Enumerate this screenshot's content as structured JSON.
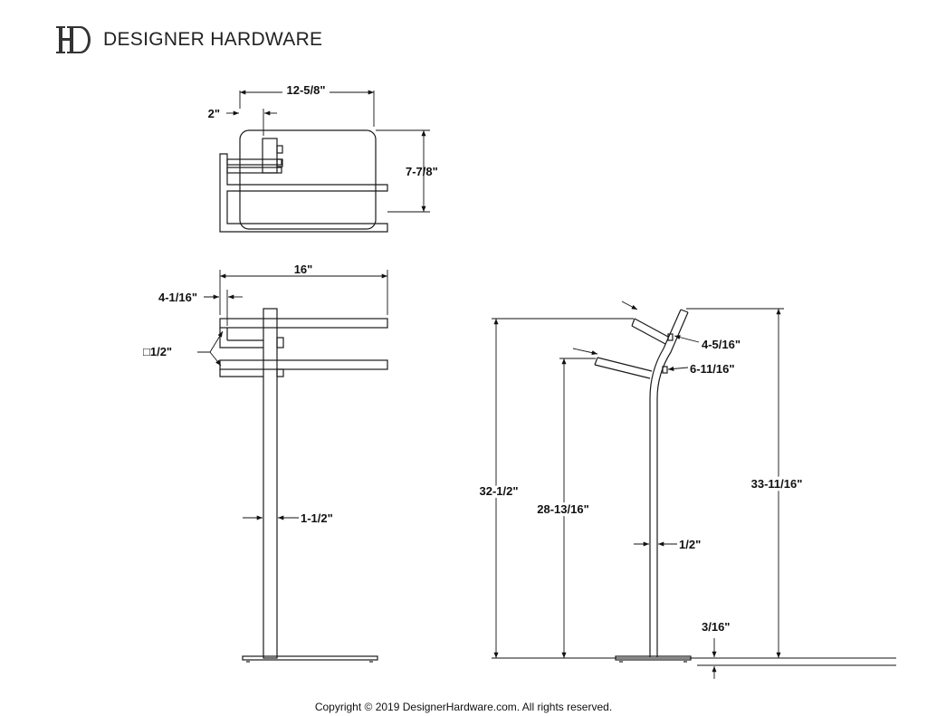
{
  "brand": {
    "logo_icon": "hd-monogram-icon",
    "name": "DESIGNER HARDWARE"
  },
  "top_view": {
    "dim_width": "12-5/8\"",
    "dim_offset": "2\"",
    "dim_depth": "7-7/8\""
  },
  "front_view": {
    "dim_width": "16\"",
    "dim_arm_offset": "4-1/16\"",
    "dim_tube": "□1/2\"",
    "dim_post": "1-1/2\""
  },
  "side_view": {
    "dim_overall_low": "32-1/2\"",
    "dim_lower_arm": "28-13/16\"",
    "dim_overall_high": "33-11/16\"",
    "dim_upper_arm_len": "4-5/16\"",
    "dim_lower_arm_len": "6-11/16\"",
    "dim_rod": "1/2\"",
    "dim_base": "3/16\""
  },
  "footer": {
    "copyright": "Copyright © 2019 DesignerHardware.com. All rights reserved."
  },
  "colors": {
    "line": "#1a1a1a",
    "text": "#111111",
    "background": "#ffffff"
  }
}
